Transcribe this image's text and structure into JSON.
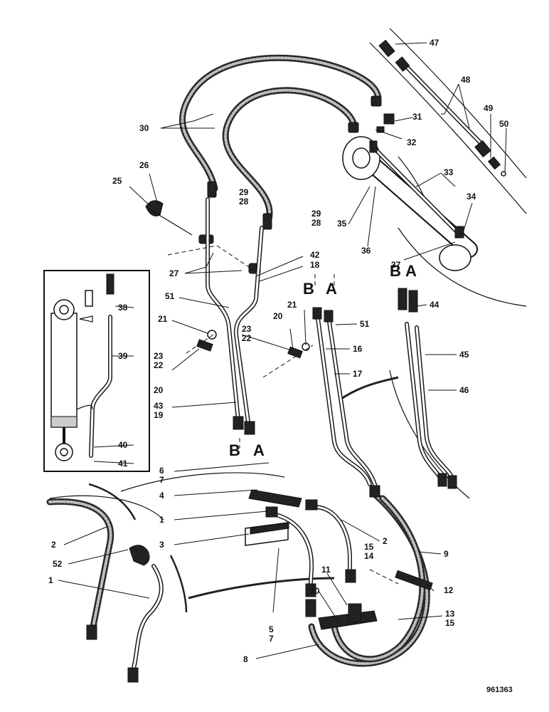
{
  "drawing": {
    "reference_number": "961363",
    "port_labels": {
      "b_left": "B",
      "a_left": "A",
      "b_mid": "B",
      "a_mid": "A",
      "b_right": "B",
      "a_right": "A"
    },
    "callouts": {
      "c1a": "1",
      "c1b": "1",
      "c2a": "2",
      "c2b": "2",
      "c3": "3",
      "c4": "4",
      "c5": "5",
      "c6": "6",
      "c7a": "7",
      "c7b": "7",
      "c8": "8",
      "c9": "9",
      "c10": "10",
      "c11": "11",
      "c12": "12",
      "c13": "13",
      "c14": "14",
      "c15a": "15",
      "c15b": "15",
      "c16": "16",
      "c17": "17",
      "c18": "18",
      "c19": "19",
      "c20a": "20",
      "c20b": "20",
      "c21a": "21",
      "c21b": "21",
      "c22a": "22",
      "c22b": "22",
      "c23a": "23",
      "c23b": "23",
      "c25": "25",
      "c26": "26",
      "c27": "27",
      "c28a": "28",
      "c28b": "28",
      "c29a": "29",
      "c29b": "29",
      "c30": "30",
      "c31": "31",
      "c32": "32",
      "c33": "33",
      "c34": "34",
      "c35": "35",
      "c36": "36",
      "c37": "37",
      "c38": "38",
      "c39": "39",
      "c40": "40",
      "c41": "41",
      "c42": "42",
      "c43": "43",
      "c44": "44",
      "c45": "45",
      "c46": "46",
      "c47": "47",
      "c48": "48",
      "c49": "49",
      "c50": "50",
      "c51a": "51",
      "c51b": "51",
      "c52": "52"
    }
  }
}
